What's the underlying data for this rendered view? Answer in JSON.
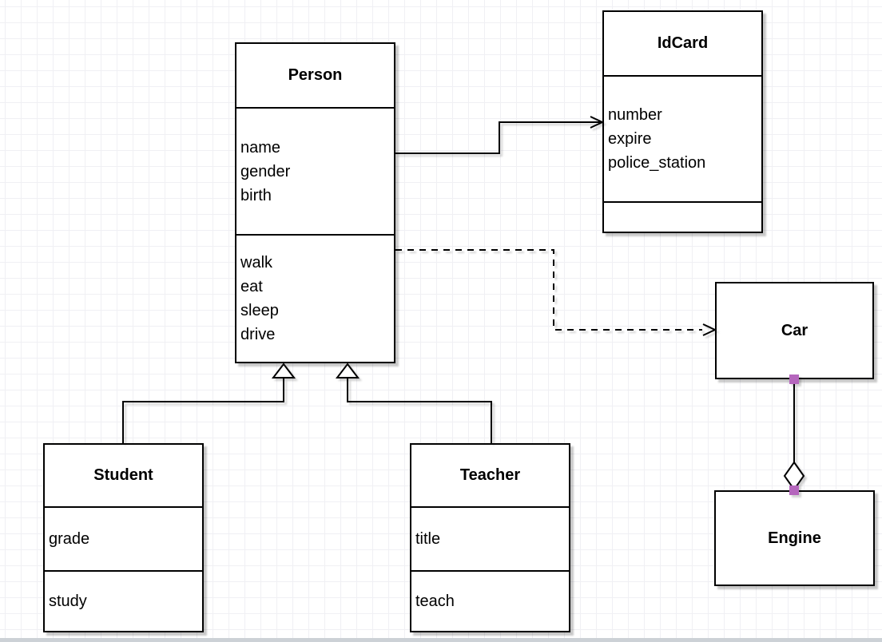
{
  "canvas": {
    "background": "#ffffff",
    "grid_color": "#f0f0f4",
    "stroke_color": "#000000",
    "shadow_color": "#c8c8c8",
    "endpoint_marker_color": "#b566bd",
    "page_edge_color": "#ccd1d6"
  },
  "classes": [
    {
      "name": "Person",
      "attributes": [
        "name",
        "gender",
        "birth"
      ],
      "methods": [
        "walk",
        "eat",
        "sleep",
        "drive"
      ]
    },
    {
      "name": "IdCard",
      "attributes": [
        "number",
        "expire",
        "police_station"
      ],
      "methods": []
    },
    {
      "name": "Car",
      "attributes": [],
      "methods": []
    },
    {
      "name": "Engine",
      "attributes": [],
      "methods": []
    },
    {
      "name": "Student",
      "attributes": [
        "grade"
      ],
      "methods": [
        "study"
      ]
    },
    {
      "name": "Teacher",
      "attributes": [
        "title"
      ],
      "methods": [
        "teach"
      ]
    }
  ],
  "relationships": [
    {
      "from": "Person",
      "to": "IdCard",
      "type": "association",
      "line": "solid",
      "marker": "open-arrow"
    },
    {
      "from": "Person",
      "to": "Car",
      "type": "dependency",
      "line": "dashed",
      "marker": "open-arrow"
    },
    {
      "from": "Student",
      "to": "Person",
      "type": "generalization",
      "line": "solid",
      "marker": "hollow-triangle"
    },
    {
      "from": "Teacher",
      "to": "Person",
      "type": "generalization",
      "line": "solid",
      "marker": "hollow-triangle"
    },
    {
      "from": "Car",
      "to": "Engine",
      "type": "aggregation",
      "line": "solid",
      "marker": "hollow-diamond"
    }
  ]
}
